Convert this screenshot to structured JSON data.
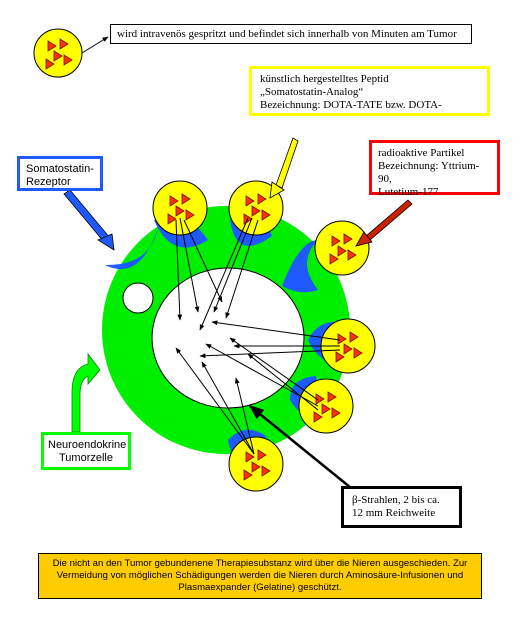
{
  "labels": {
    "intro": "wird intravenös gespritzt und befindet sich innerhalb von Minuten am Tumor",
    "peptide": "künstlich hergestelltes Peptid\n„Somatostatin-Analog“\nBezeichnung: DOTA-TATE bzw. DOTA-",
    "radioactive": "radioaktive Partikel\nBezeichnung: Yttrium-90,\nLutetium-177",
    "receptor": "Somatostatin-\nRezeptor",
    "tumor_cell": "Neuroendokrine\nTumorzelle",
    "beta_rays": "β-Strahlen, 2 bis ca.\n12 mm Reichweite",
    "note": "Die nicht an den Tumor gebundenene Therapiesubstanz wird über die Nieren ausgeschieden. Zur Vermeidung von möglichen Schädigungen werden die Nieren durch Aminosäure-Infusionen und Plasmaexpander (Gelatine) geschützt."
  },
  "colors": {
    "cell": "#00ee00",
    "nucleus": "#ffffff",
    "receptor": "#1f5aff",
    "peptide": "#ffff00",
    "particle": "#ff3300",
    "peptide_box": "#ffff00",
    "radio_box": "#ff0000",
    "receptor_box": "#1f5aff",
    "cell_box": "#00ff00",
    "note_bg": "#ffcc00"
  }
}
